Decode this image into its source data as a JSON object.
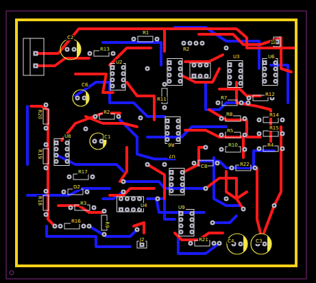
{
  "diagram": {
    "labels": [
      "C2",
      "R1",
      "R13",
      "R2",
      "U2",
      "J1",
      "U3",
      "U6",
      "C6",
      "R11",
      "R7",
      "R12",
      "R8",
      "R14",
      "R2",
      "R5",
      "R15",
      "R20",
      "U8",
      "C1",
      "R6",
      "R10",
      "R4",
      "U7",
      "C8",
      "R22",
      "R19",
      "R17",
      "D2",
      "R18",
      "R3",
      "U4",
      "R16",
      "R9",
      "U9",
      "J2",
      "R21",
      "C4",
      "C3"
    ]
  }
}
